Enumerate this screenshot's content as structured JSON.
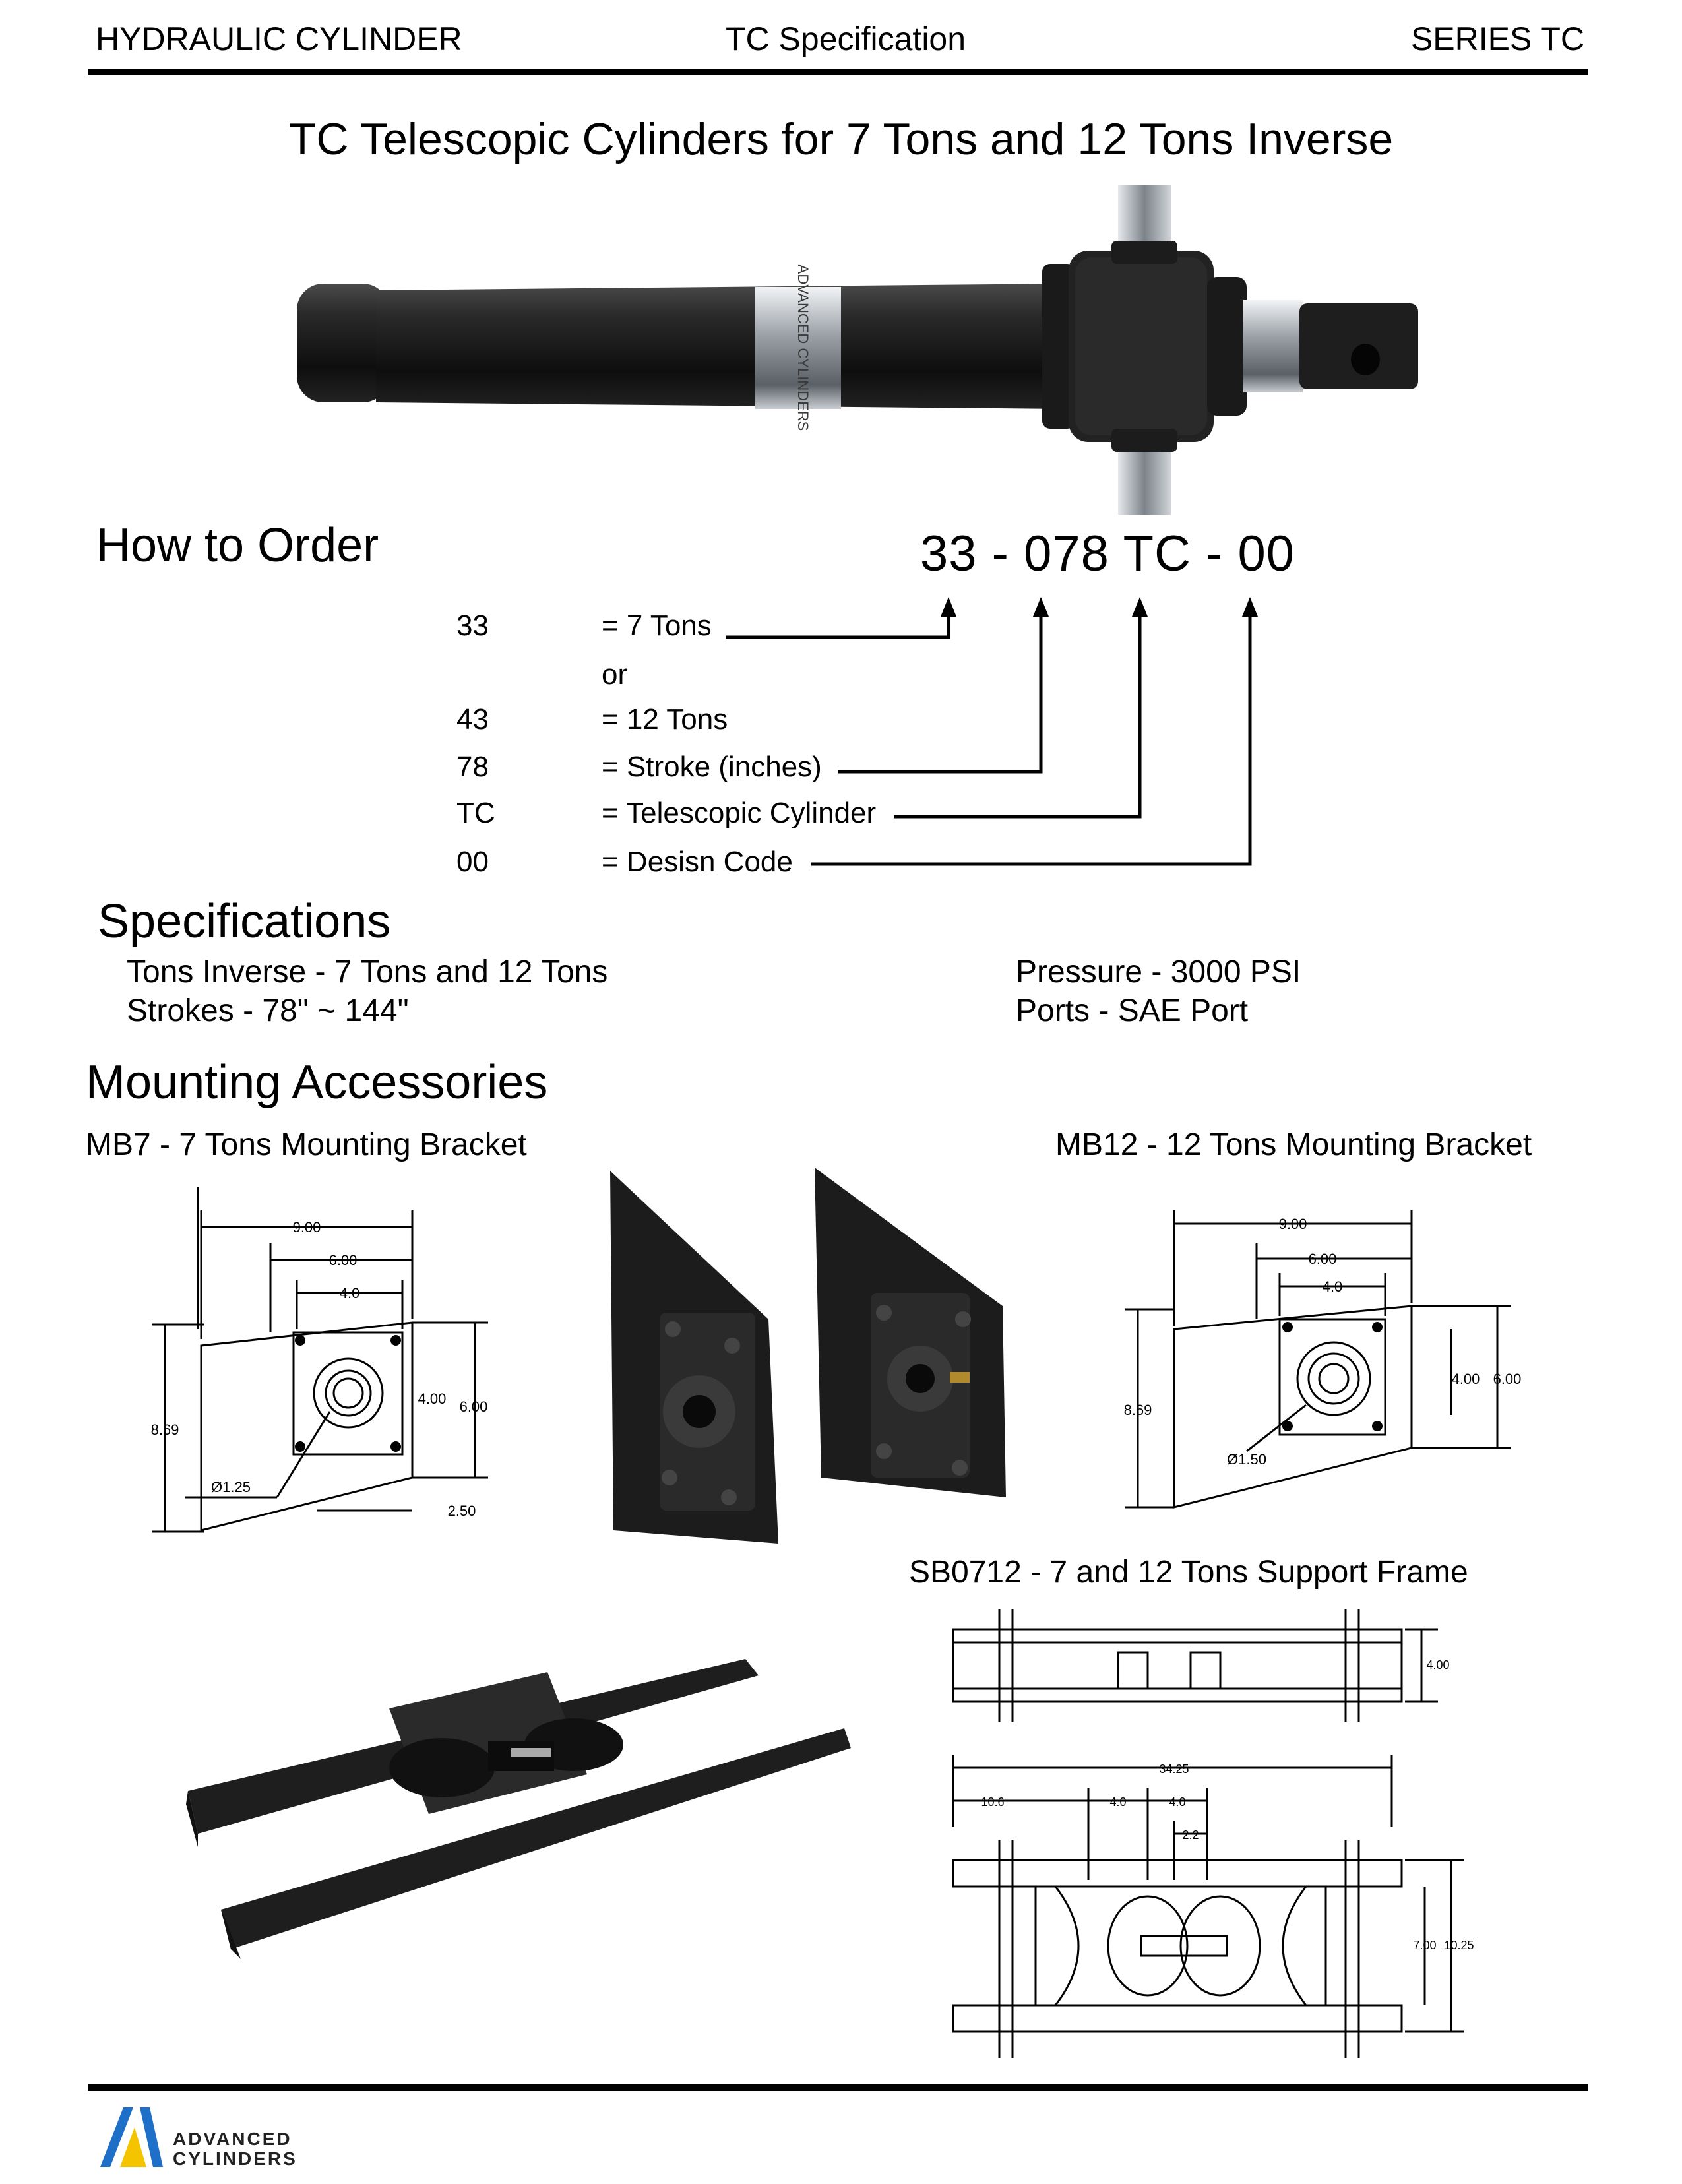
{
  "header": {
    "left": "HYDRAULIC CYLINDER",
    "center": "TC Specification",
    "right": "SERIES TC"
  },
  "title": "TC Telescopic Cylinders for 7 Tons and 12 Tons Inverse",
  "product_label": "ADVANCED CYLINDERS",
  "how_to_order": {
    "heading": "How to Order",
    "code": "33 - 078  TC - 00",
    "rows": [
      {
        "key": "33",
        "desc": "= 7 Tons"
      },
      {
        "key": "",
        "desc": "or"
      },
      {
        "key": "43",
        "desc": "= 12 Tons"
      },
      {
        "key": "78",
        "desc": "= Stroke (inches)"
      },
      {
        "key": "TC",
        "desc": "= Telescopic Cylinder"
      },
      {
        "key": "00",
        "desc": "= Desisn Code"
      }
    ]
  },
  "specifications": {
    "heading": "Specifications",
    "left": [
      "Tons Inverse - 7 Tons and 12 Tons",
      "Strokes - 78\" ~ 144\""
    ],
    "right": [
      "Pressure - 3000 PSI",
      "Ports - SAE Port"
    ]
  },
  "mounting": {
    "heading": "Mounting Accessories",
    "mb7": {
      "title": "MB7  -  7 Tons Mounting Bracket",
      "dims": [
        "9.00",
        "6.00",
        "4.0",
        "8.69",
        "4.00",
        "6.00",
        "Ø1.25",
        "2.50"
      ]
    },
    "mb12": {
      "title": "MB12  -  12 Tons Mounting Bracket",
      "dims": [
        "9.00",
        "6.00",
        "4.0",
        "8.69",
        "4.00",
        "6.00",
        "Ø1.50"
      ]
    },
    "sb0712": {
      "title": "SB0712  -  7 and 12 Tons Support Frame",
      "dims": [
        "4.00",
        "34.25",
        "10.6",
        "4.0",
        "4.0",
        "2.2",
        "7.00",
        "10.25"
      ]
    }
  },
  "footer": {
    "logo_line1": "ADVANCED",
    "logo_line2": "CYLINDERS"
  },
  "colors": {
    "ink": "#000000",
    "cylinder": "#1a1a1a",
    "chrome": "#b8bcc0",
    "logo_blue": "#1e6fc7",
    "logo_yellow": "#f5c400"
  }
}
